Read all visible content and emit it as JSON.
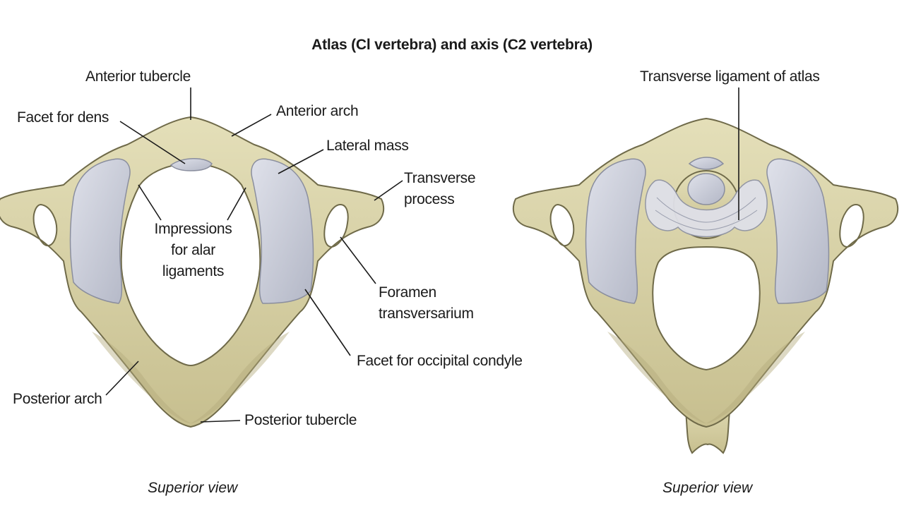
{
  "title": "Atlas (Cl vertebra) and axis (C2 vertebra)",
  "left_panel": {
    "labels": {
      "anterior_tubercle": "Anterior tubercle",
      "facet_for_dens": "Facet for dens",
      "anterior_arch": "Anterior arch",
      "lateral_mass": "Lateral mass",
      "transverse_process": [
        "Transverse",
        "process"
      ],
      "impressions_alar": [
        "Impressions",
        "for alar",
        "ligaments"
      ],
      "foramen_transversarium": [
        "Foramen",
        "transversarium"
      ],
      "facet_occipital_condyle": "Facet for occipital condyle",
      "posterior_arch": "Posterior arch",
      "posterior_tubercle": "Posterior tubercle"
    },
    "caption": "Superior view"
  },
  "right_panel": {
    "labels": {
      "transverse_ligament": "Transverse ligament of atlas"
    },
    "caption": "Superior view"
  },
  "colors": {
    "bone": "#d9d3a8",
    "bone_shadow": "#a9a174",
    "bone_outline": "#6f6a49",
    "cartilage": "#c9ccd8",
    "leader": "#1a1a1a"
  }
}
